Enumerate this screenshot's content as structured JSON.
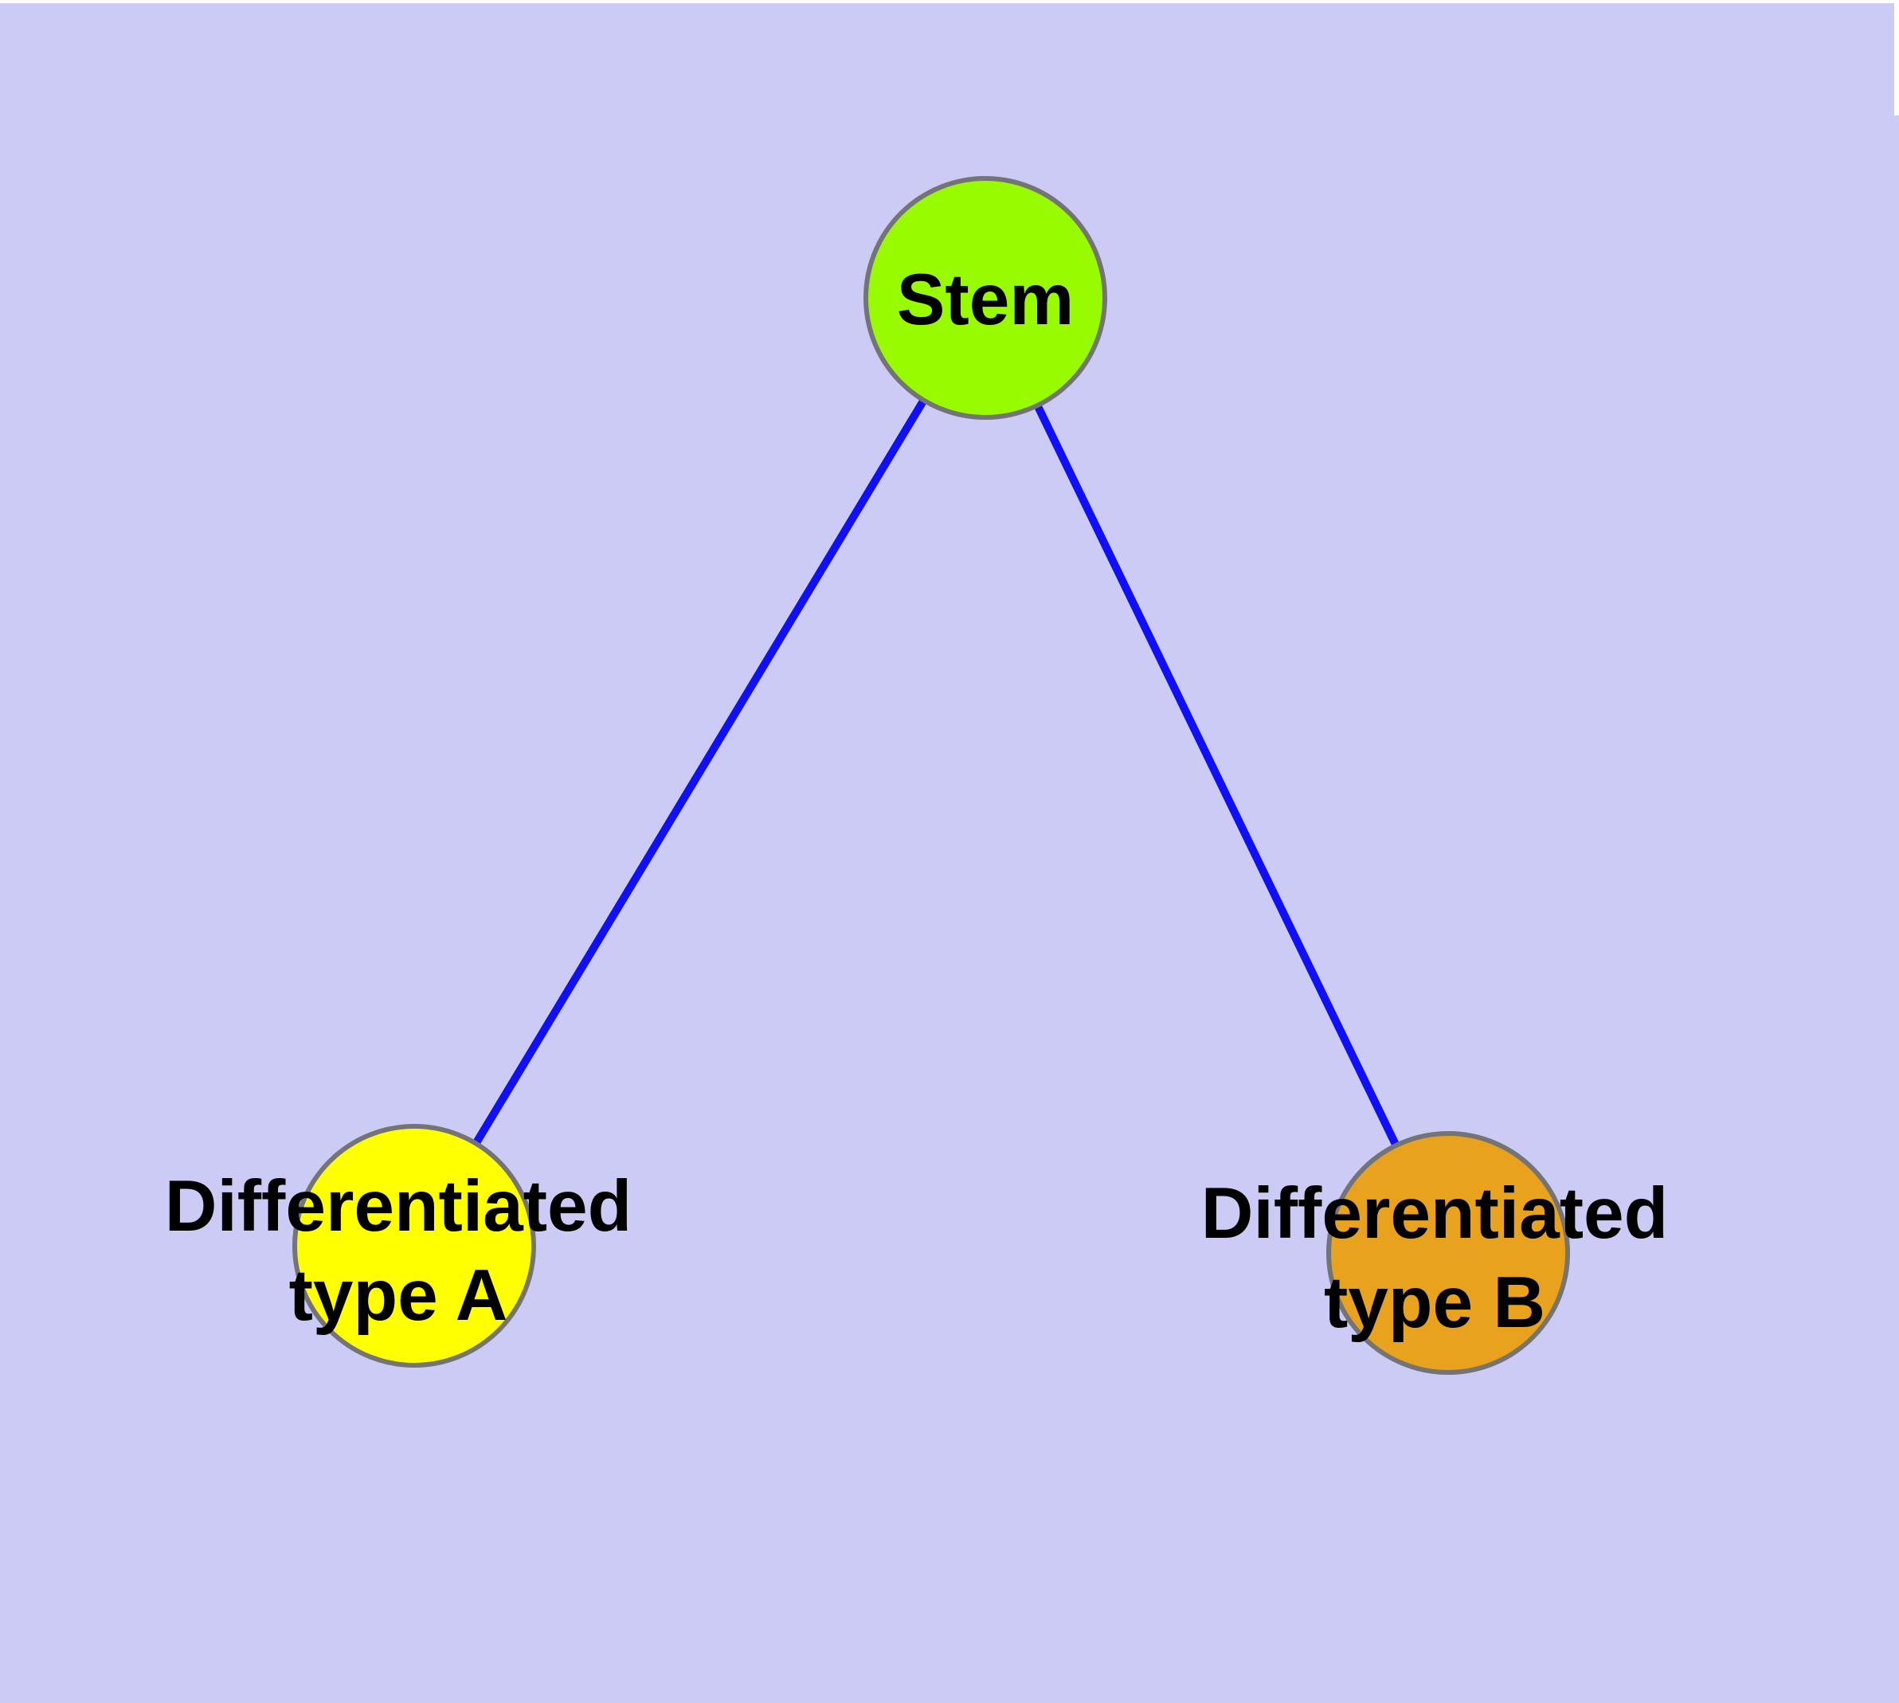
{
  "canvas": {
    "background_color": "#CBCBF6",
    "top_border_color": "#FFFFFF",
    "text_color": "#000000"
  },
  "graph": {
    "title": "",
    "node_stroke_color": "#747474",
    "edge_color": "#0F0FFA",
    "nodes": {
      "stem": {
        "label": "Stem",
        "color": "#99FB00"
      },
      "type_a": {
        "label_line1": "Differentiated",
        "label_line2": "type A",
        "color": "#FFFF00"
      },
      "type_b": {
        "label_line1": "Differentiated",
        "label_line2": "type B",
        "color": "#E8A21D"
      }
    },
    "edges": [
      {
        "from": "Stem",
        "to": "Differentiated type A"
      },
      {
        "from": "Stem",
        "to": "Differentiated type B"
      }
    ]
  }
}
